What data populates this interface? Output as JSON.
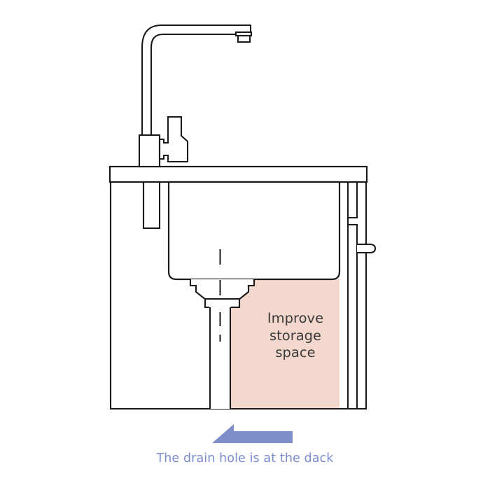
{
  "illustration": {
    "kind": "technical-line-drawing",
    "subject": "kitchen sink cabinet cross-section with gooseneck faucet and rear drain",
    "background_color": "#ffffff",
    "line_color": "#1a1a1a"
  },
  "annotations": {
    "storage_label": "Improve\nstorage\nspace",
    "storage_label_line1": "Improve",
    "storage_label_line2": "storage",
    "storage_label_line3": "space",
    "storage_label_color": "#3b3b3b",
    "caption": "The drain hole is at the dack",
    "caption_color": "#7b8ccc",
    "arrow_direction": "left",
    "arrow_color": "#7e8ec9"
  },
  "regions": {
    "highlight_name": "improve-storage-space-region",
    "highlight_fill": "#f4d8ce"
  },
  "parts": {
    "faucet": "gooseneck-faucet",
    "faucet_spout": "faucet-spout-outlet",
    "faucet_handle": "faucet-lever-handle",
    "faucet_base": "faucet-base-column",
    "countertop": "countertop-slab",
    "basin": "sink-basin",
    "drain_flange": "drain-flange",
    "drain_cone": "drain-taper-cone",
    "drain_collar": "drain-collar",
    "drain_pipe": "drain-pipe",
    "centerline": "drain-centerline",
    "cabinet": "cabinet-body",
    "cabinet_door": "cabinet-door-panel",
    "door_handle": "cabinet-door-handle",
    "riser": "faucet-supply-riser"
  }
}
